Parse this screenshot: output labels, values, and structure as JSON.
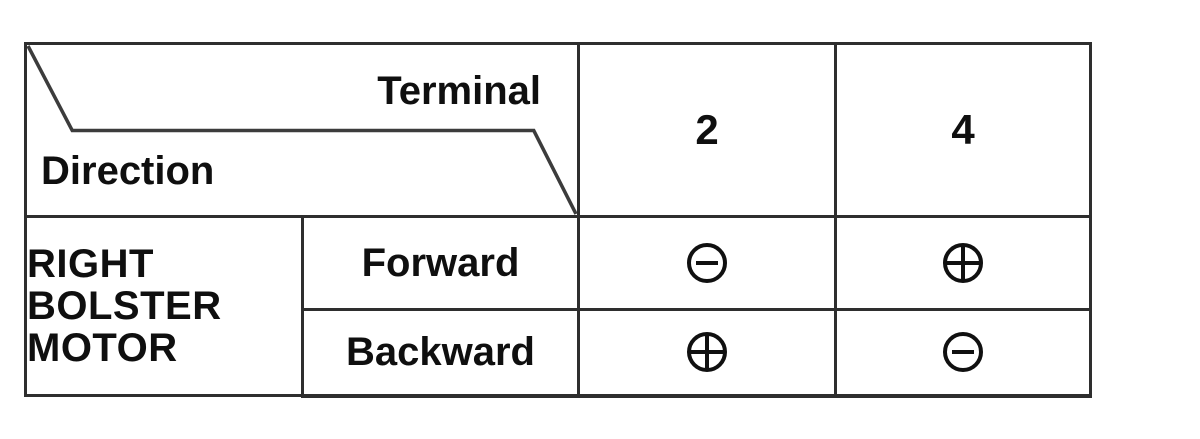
{
  "table": {
    "corner": {
      "top_right_label": "Terminal",
      "bottom_left_label": "Direction"
    },
    "terminal_columns": [
      "2",
      "4"
    ],
    "group": {
      "label": "RIGHT BOLSTER MOTOR",
      "label_lines": [
        "RIGHT",
        "BOLSTER",
        "MOTOR"
      ]
    },
    "rows": [
      {
        "direction": "Forward",
        "terminals": [
          {
            "terminal": "2",
            "polarity": "minus",
            "glyph": "⊖"
          },
          {
            "terminal": "4",
            "polarity": "plus",
            "glyph": "⊕"
          }
        ]
      },
      {
        "direction": "Backward",
        "terminals": [
          {
            "terminal": "2",
            "polarity": "plus",
            "glyph": "⊕"
          },
          {
            "terminal": "4",
            "polarity": "minus",
            "glyph": "⊖"
          }
        ]
      }
    ],
    "colors": {
      "background": "#ffffff",
      "border": "#2e2e2e",
      "text": "#0f0f0f",
      "symbol": "#101010"
    }
  }
}
